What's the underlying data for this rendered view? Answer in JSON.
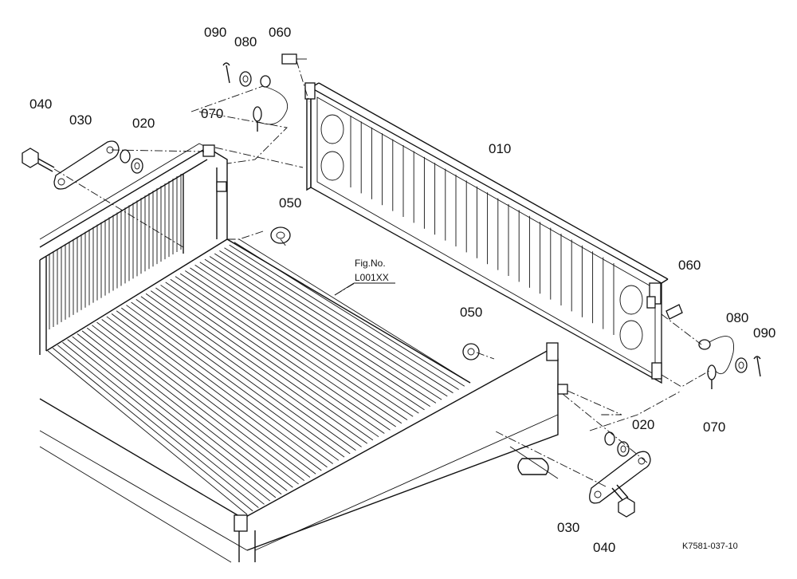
{
  "figure": {
    "figure_no_label": "Fig.No.",
    "figure_no_value": "L001XX",
    "drawing_code": "K7581-037-10"
  },
  "callouts": [
    {
      "id": "c010",
      "text": "010"
    },
    {
      "id": "c020a",
      "text": "020"
    },
    {
      "id": "c020b",
      "text": "020"
    },
    {
      "id": "c030a",
      "text": "030"
    },
    {
      "id": "c030b",
      "text": "030"
    },
    {
      "id": "c040a",
      "text": "040"
    },
    {
      "id": "c040b",
      "text": "040"
    },
    {
      "id": "c050a",
      "text": "050"
    },
    {
      "id": "c050b",
      "text": "050"
    },
    {
      "id": "c060a",
      "text": "060"
    },
    {
      "id": "c060b",
      "text": "060"
    },
    {
      "id": "c070a",
      "text": "070"
    },
    {
      "id": "c070b",
      "text": "070"
    },
    {
      "id": "c080a",
      "text": "080"
    },
    {
      "id": "c080b",
      "text": "080"
    },
    {
      "id": "c090a",
      "text": "090"
    },
    {
      "id": "c090b",
      "text": "090"
    }
  ]
}
